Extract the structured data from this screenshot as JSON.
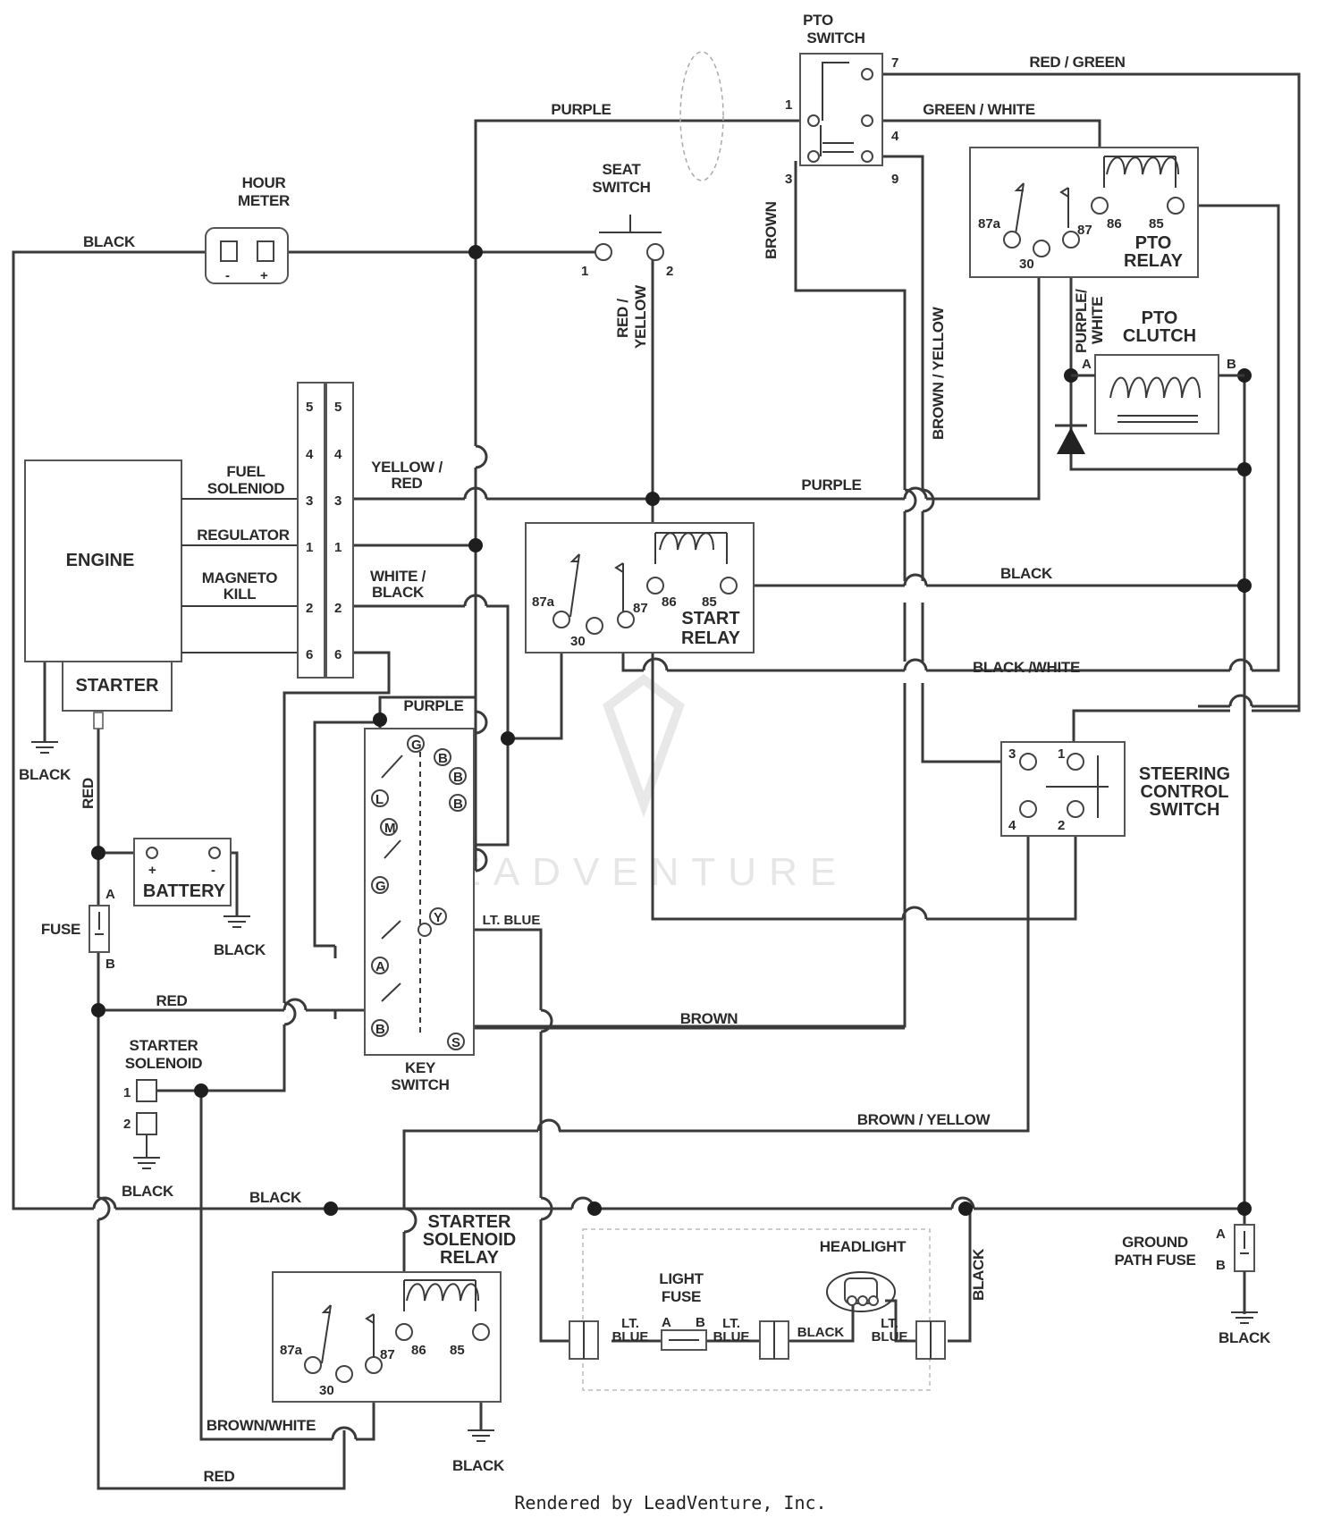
{
  "components": {
    "pto_switch": [
      "PTO",
      "SWITCH"
    ],
    "hour_meter": [
      "HOUR",
      "METER"
    ],
    "seat_switch": [
      "SEAT",
      "SWITCH"
    ],
    "pto_relay": [
      "PTO",
      "RELAY"
    ],
    "pto_clutch": [
      "PTO",
      "CLUTCH"
    ],
    "engine": "ENGINE",
    "starter": "STARTER",
    "start_relay": [
      "START",
      "RELAY"
    ],
    "battery": "BATTERY",
    "fuse": "FUSE",
    "key_switch": [
      "KEY",
      "SWITCH"
    ],
    "steering_control_switch": [
      "STEERING",
      "CONTROL",
      "SWITCH"
    ],
    "starter_solenoid": [
      "STARTER",
      "SOLENOID"
    ],
    "starter_solenoid_relay": [
      "STARTER",
      "SOLENOID",
      "RELAY"
    ],
    "light_fuse": [
      "LIGHT",
      "FUSE"
    ],
    "headlight": "HEADLIGHT",
    "ground_path_fuse": [
      "GROUND",
      "PATH FUSE"
    ]
  },
  "engine_connections": {
    "fuel_solenoid": [
      "FUEL",
      "SOLENIOD"
    ],
    "regulator": "REGULATOR",
    "magneto_kill": [
      "MAGNETO",
      "KILL"
    ]
  },
  "wire_labels": {
    "purple_top": "PURPLE",
    "red_green": "RED / GREEN",
    "green_white": "GREEN / WHITE",
    "black_hour": "BLACK",
    "brown_vertical": "BROWN",
    "red_yellow": [
      "RED /",
      "YELLOW"
    ],
    "brown_yellow_vertical": "BROWN / YELLOW",
    "purple_white": [
      "PURPLE/",
      "WHITE"
    ],
    "yellow_red": [
      "YELLOW /",
      "RED"
    ],
    "purple_mid": "PURPLE",
    "white_black": [
      "WHITE /",
      "BLACK"
    ],
    "black_mid": "BLACK",
    "black_white": "BLACK /WHITE",
    "purple_key": "PURPLE",
    "black_engine_ground": "BLACK",
    "red_starter": "RED",
    "black_battery": "BLACK",
    "lt_blue_key": "LT. BLUE",
    "red_fuse": "RED",
    "brown_key": "BROWN",
    "brown_yellow_bottom": "BROWN / YELLOW",
    "black_solenoid": "BLACK",
    "black_bus": "BLACK",
    "black_headlight": "BLACK",
    "black_ground_fuse": "BLACK",
    "brown_white": "BROWN/WHITE",
    "red_bottom": "RED",
    "black_ssr": "BLACK",
    "lt_blue_1": [
      "LT.",
      "BLUE"
    ],
    "lt_blue_2": [
      "LT.",
      "BLUE"
    ],
    "black_light": "BLACK",
    "lt_blue_3": [
      "LT.",
      "BLUE"
    ]
  },
  "terminals": {
    "pto_1": "1",
    "pto_3": "3",
    "pto_4": "4",
    "pto_7": "7",
    "pto_9": "9",
    "seat_1": "1",
    "seat_2": "2",
    "hm_minus": "-",
    "hm_plus": "+",
    "relay_87a": "87a",
    "relay_30": "30",
    "relay_87": "87",
    "relay_86": "86",
    "relay_85": "85",
    "conn_5": "5",
    "conn_4": "4",
    "conn_3": "3",
    "conn_1": "1",
    "conn_2": "2",
    "conn_6": "6",
    "bat_plus": "+",
    "bat_minus": "-",
    "fuse_a": "A",
    "fuse_b": "B",
    "clutch_a": "A",
    "clutch_b": "B",
    "sol_1": "1",
    "sol_2": "2",
    "steer_1": "1",
    "steer_2": "2",
    "steer_3": "3",
    "steer_4": "4",
    "key_g": "G",
    "key_b": "B",
    "key_l": "L",
    "key_m": "M",
    "key_a": "A",
    "key_y": "Y",
    "key_s": "S"
  },
  "watermark": "LEADVENTURE",
  "footer": "Rendered by LeadVenture, Inc."
}
